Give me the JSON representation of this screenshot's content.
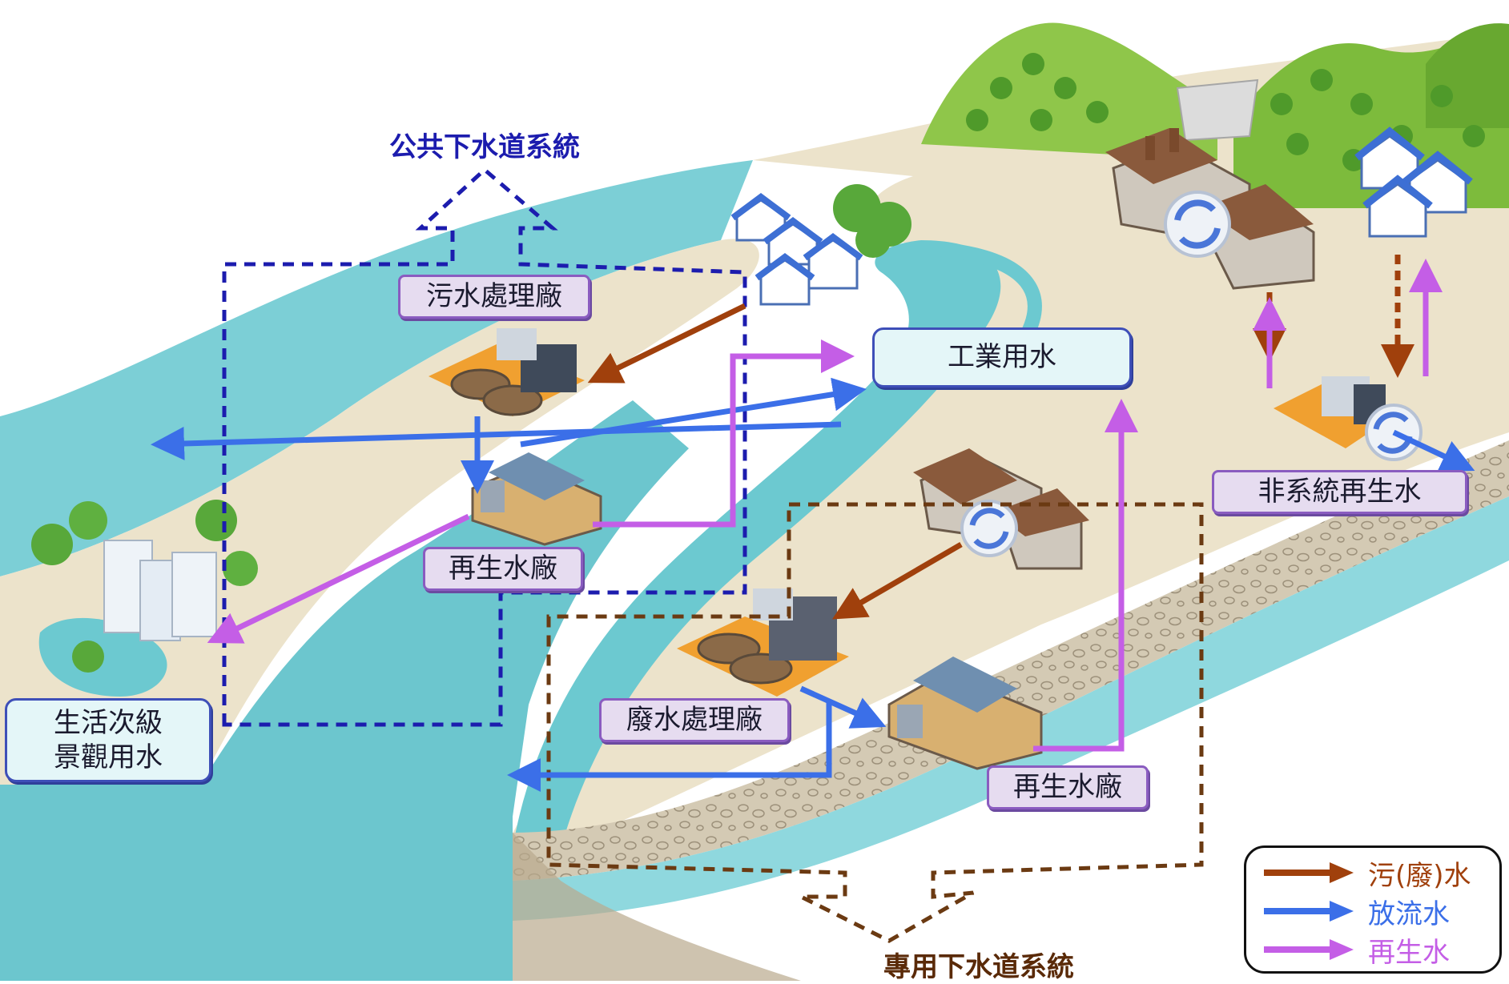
{
  "labels": {
    "public_sewer": "公共下水道系統",
    "sewage_plant": "污水處理廠",
    "reclaimed_plant_1": "再生水廠",
    "industrial_water": "工業用水",
    "non_system_reclaimed": "非系統再生水",
    "domestic_line1": "生活次級",
    "domestic_line2": "景觀用水",
    "wastewater_plant": "廢水處理廠",
    "reclaimed_plant_2": "再生水廠",
    "private_sewer": "專用下水道系統"
  },
  "legend": {
    "items": [
      {
        "label": "污(廢)水",
        "color": "#a0400c"
      },
      {
        "label": "放流水",
        "color": "#3b6fe8"
      },
      {
        "label": "再生水",
        "color": "#c45ee6"
      }
    ]
  },
  "colors": {
    "public_sewer_line": "#1c1cae",
    "private_sewer_line": "#6b3a12",
    "river": "#6cc9d0",
    "land": "#ede5cf",
    "gravel": "#c9bea8"
  }
}
